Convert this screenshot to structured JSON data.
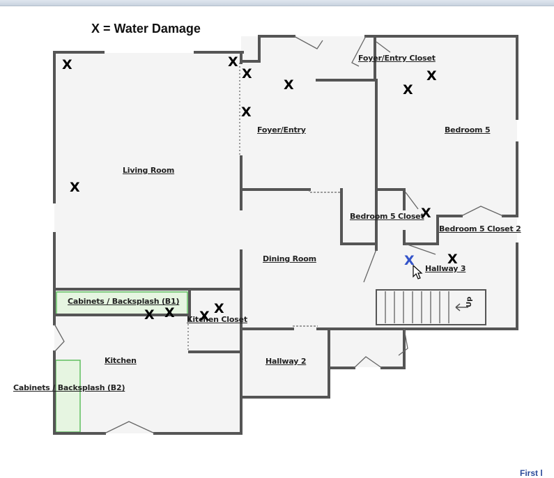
{
  "legend": {
    "text": "X = Water Damage"
  },
  "rooms": {
    "living_room": "Living Room",
    "foyer_entry": "Foyer/Entry",
    "foyer_entry_closet": "Foyer/Entry Closet",
    "bedroom_5": "Bedroom 5",
    "bedroom_5_closet": "Bedroom 5 Closet",
    "bedroom_5_closet_2": "Bedroom 5 Closet 2",
    "dining_room": "Dining Room",
    "hallway_3": "Hallway 3",
    "cabinets_b1": "Cabinets / Backsplash (B1)",
    "kitchen_closet": "Kitchen Closet",
    "kitchen": "Kitchen",
    "hallway_2": "Hallway 2",
    "cabinets_b2": "Cabinets / Backsplash (B2)"
  },
  "stair_label": "Up",
  "damage_mark": "X",
  "edge_text": "First l",
  "colors": {
    "wall": "#555555",
    "floor": "#f4f4f4",
    "cabinet_fill": "#e6f5e1",
    "cabinet_stroke": "#5fbf5f",
    "selected_mark": "#3353c9"
  },
  "icons": {
    "cursor": "arrow-cursor-icon"
  }
}
